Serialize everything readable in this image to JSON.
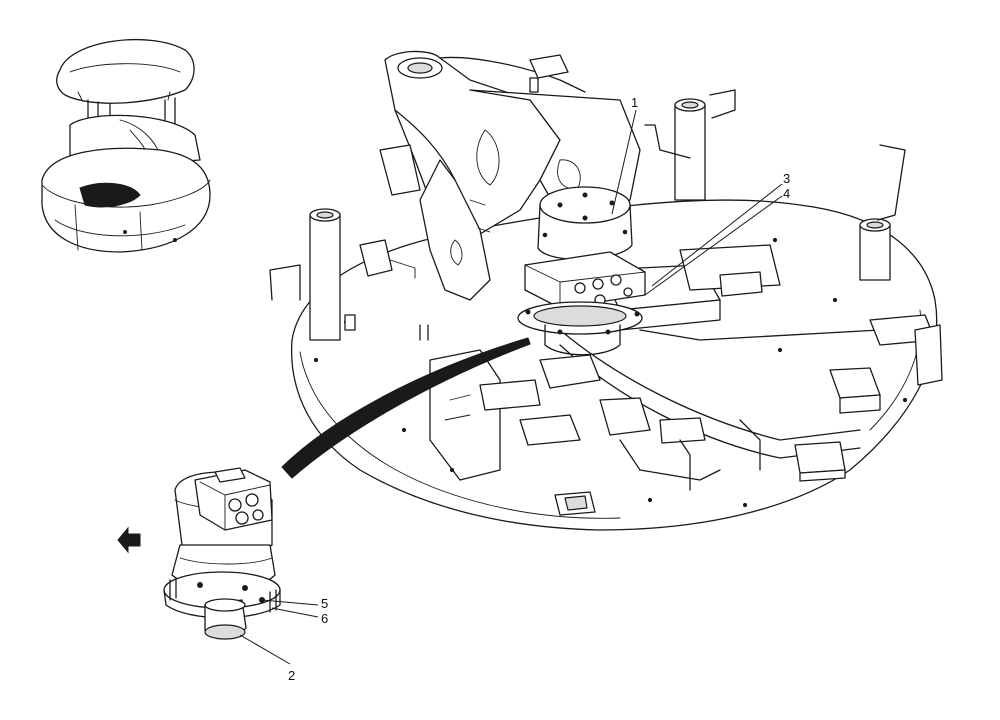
{
  "callouts": {
    "c1": "1",
    "c2": "2",
    "c3": "3",
    "c4": "4",
    "c5": "5",
    "c6": "6"
  },
  "colors": {
    "line": "#1a1a1a",
    "background": "#ffffff",
    "shade": "#dcdcdc"
  }
}
